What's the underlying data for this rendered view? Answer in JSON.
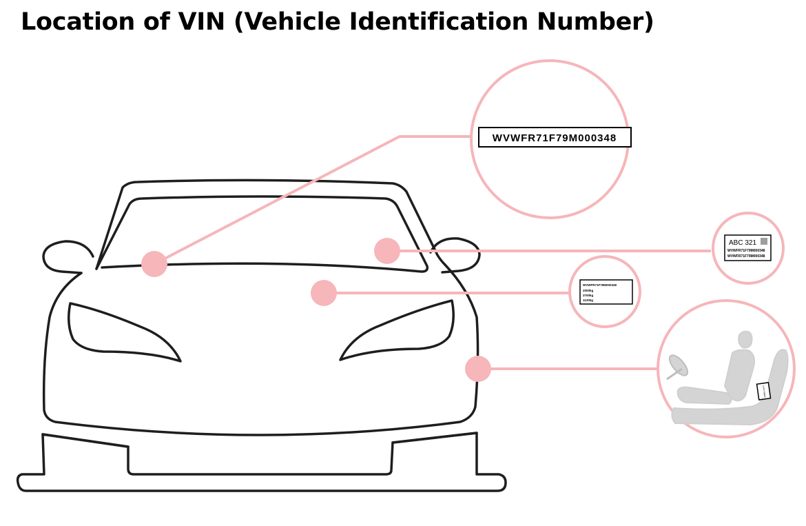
{
  "title": "Location of VIN (Vehicle Identification Number)",
  "colors": {
    "accent": "#f6b6ba",
    "outline": "#1e1e1e",
    "seat": "#d4d4d4"
  },
  "callouts": {
    "windshield": {
      "vin": "WVWFR71F79M000348"
    },
    "door_pillar": {
      "plate": "ABC 321",
      "line1": "WVWFR71F79M000348",
      "line2": "WVWFR71F79M000348"
    },
    "engine_bay": {
      "line1": "WVWFR71F79M000348",
      "line2": "2000kg",
      "line3": "3700kg",
      "line4": "1120kg"
    },
    "seat": {
      "tag": "WVWFR71F79M000348"
    }
  },
  "icons": [
    "car-outline-icon",
    "steering-wheel-icon",
    "car-seat-icon"
  ]
}
